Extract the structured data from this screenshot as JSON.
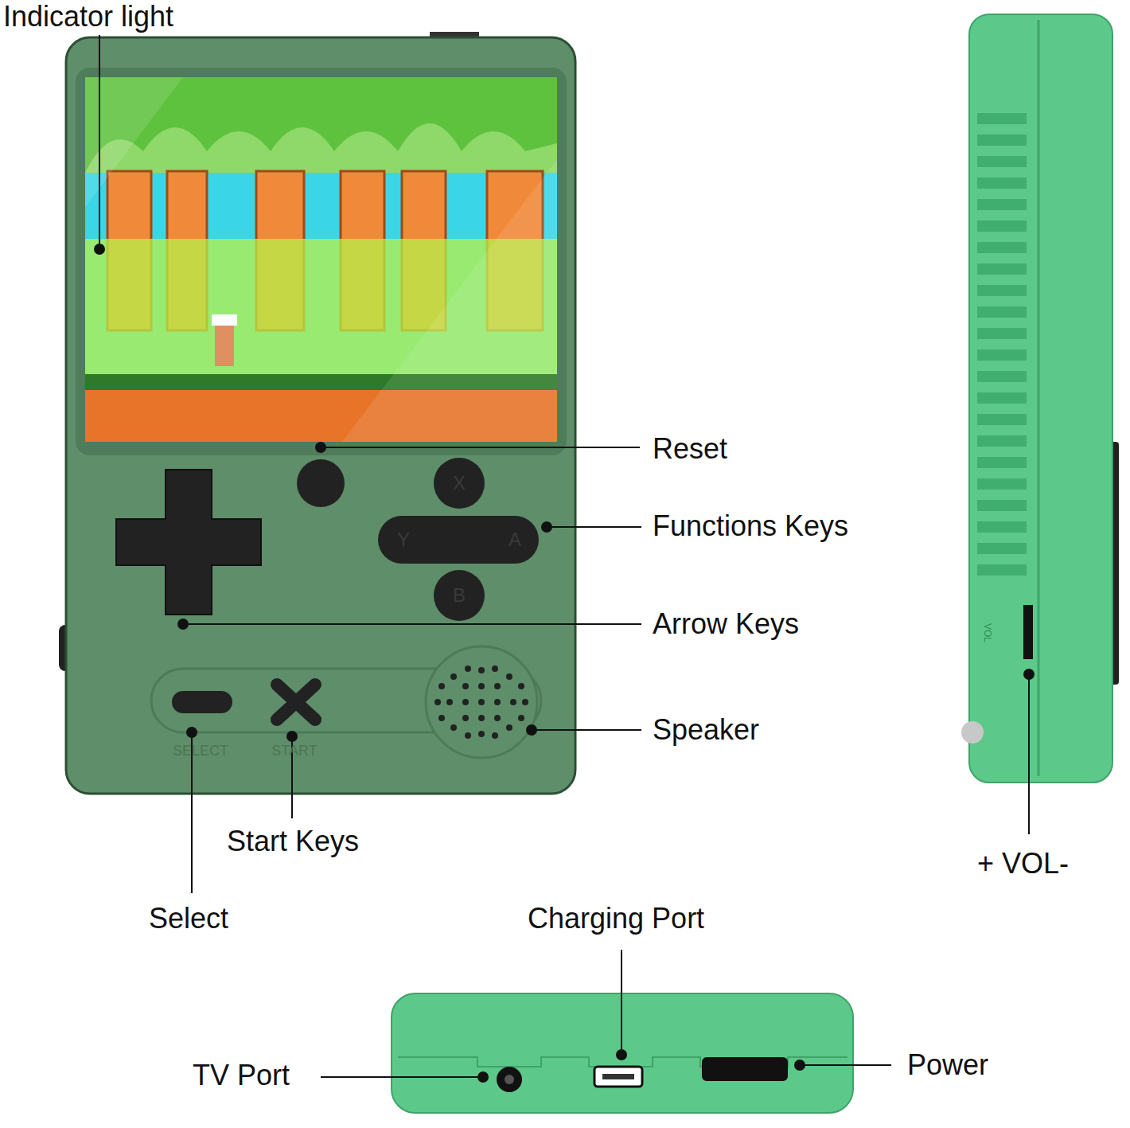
{
  "diagram": {
    "labels": [
      "Indicator light",
      "Reset",
      "X",
      "Y",
      "A",
      "B",
      "Functions Keys",
      "Arrow Keys",
      "SELECT",
      "START",
      "Speaker",
      "Start Keys",
      "Select",
      "+ VOL-",
      "VOL",
      "Charging Port",
      "TV Port",
      "Power"
    ]
  }
}
